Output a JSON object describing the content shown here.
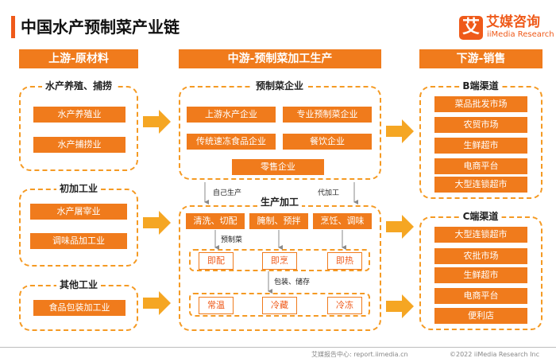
{
  "title": "中国水产预制菜产业链",
  "logo": {
    "mark": "艾",
    "name_cn": "艾媒咨询",
    "name_en": "iiMedia Research"
  },
  "columns": {
    "upstream": {
      "header": "上游-原材料",
      "groups": [
        {
          "label": "水产养殖、捕捞",
          "items": [
            "水产养殖业",
            "水产捕捞业"
          ]
        },
        {
          "label": "初加工业",
          "items": [
            "水产屠宰业",
            "调味品加工业"
          ]
        },
        {
          "label": "其他工业",
          "items": [
            "食品包装加工业"
          ]
        }
      ]
    },
    "midstream": {
      "header": "中游-预制菜加工生产",
      "enterprises": {
        "label": "预制菜企业",
        "items": [
          "上游水产企业",
          "专业预制菜企业",
          "传统速冻食品企业",
          "餐饮企业",
          "零售企业"
        ]
      },
      "self_production": "自己生产",
      "outsourced": "代加工",
      "production": {
        "label": "生产加工",
        "steps": [
          "清洗、切配",
          "腌制、预拌",
          "烹饪、调味"
        ],
        "prepared_label": "预制菜",
        "products": [
          "即配",
          "即烹",
          "即热"
        ],
        "packaging_label": "包装、储存",
        "storage": [
          "常温",
          "冷藏",
          "冷冻"
        ]
      }
    },
    "downstream": {
      "header": "下游-销售",
      "b_channel": {
        "label": "B端渠道",
        "items": [
          "菜品批发市场",
          "农贸市场",
          "生鲜超市",
          "电商平台",
          "大型连锁超市"
        ]
      },
      "c_channel": {
        "label": "C端渠道",
        "items": [
          "大型连锁超市",
          "农批市场",
          "生鲜超市",
          "电商平台",
          "便利店"
        ]
      }
    }
  },
  "footer": {
    "source": "艾媒报告中心: report.iimedia.cn",
    "copyright": "©2022  iiMedia Research  Inc"
  },
  "colors": {
    "accent": "#f07b1c",
    "dash": "#f59a23",
    "arrow": "#f5a623"
  }
}
